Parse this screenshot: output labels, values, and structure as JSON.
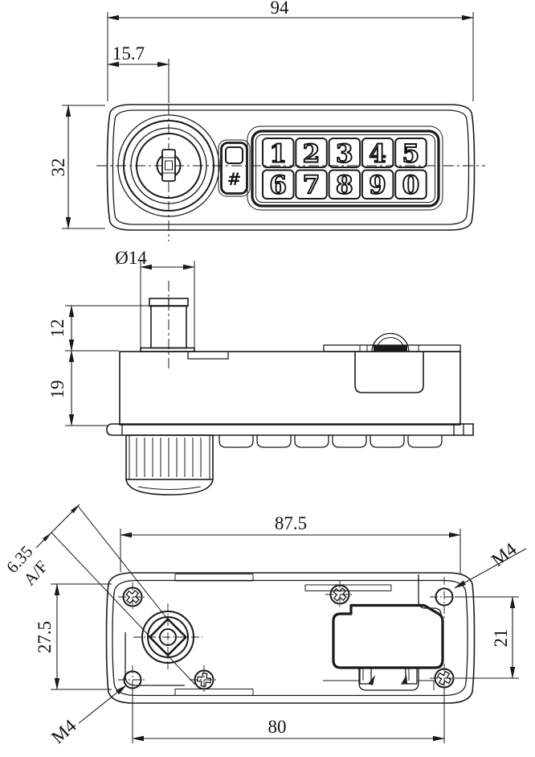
{
  "colors": {
    "line": "#1a1a1a",
    "background": "#ffffff"
  },
  "front": {
    "dim_width": "94",
    "dim_cylinder_offset": "15.7",
    "dim_height": "32",
    "hash_key": "#",
    "keypad_rows": [
      [
        "1",
        "2",
        "3",
        "4",
        "5"
      ],
      [
        "6",
        "7",
        "8",
        "9",
        "0"
      ]
    ]
  },
  "side": {
    "dim_cylinder_dia": "Ø14",
    "dim_cylinder_height": "12",
    "dim_body_depth": "19"
  },
  "back": {
    "dim_body_width": "87.5",
    "dim_spindle_flats": "6.35",
    "spindle_flats_label": "A/F",
    "dim_thread_top": "M4",
    "dim_thread_bottom": "M4",
    "dim_body_height": "27.5",
    "dim_screw_span_vertical": "21",
    "dim_screw_span_horizontal": "80"
  }
}
